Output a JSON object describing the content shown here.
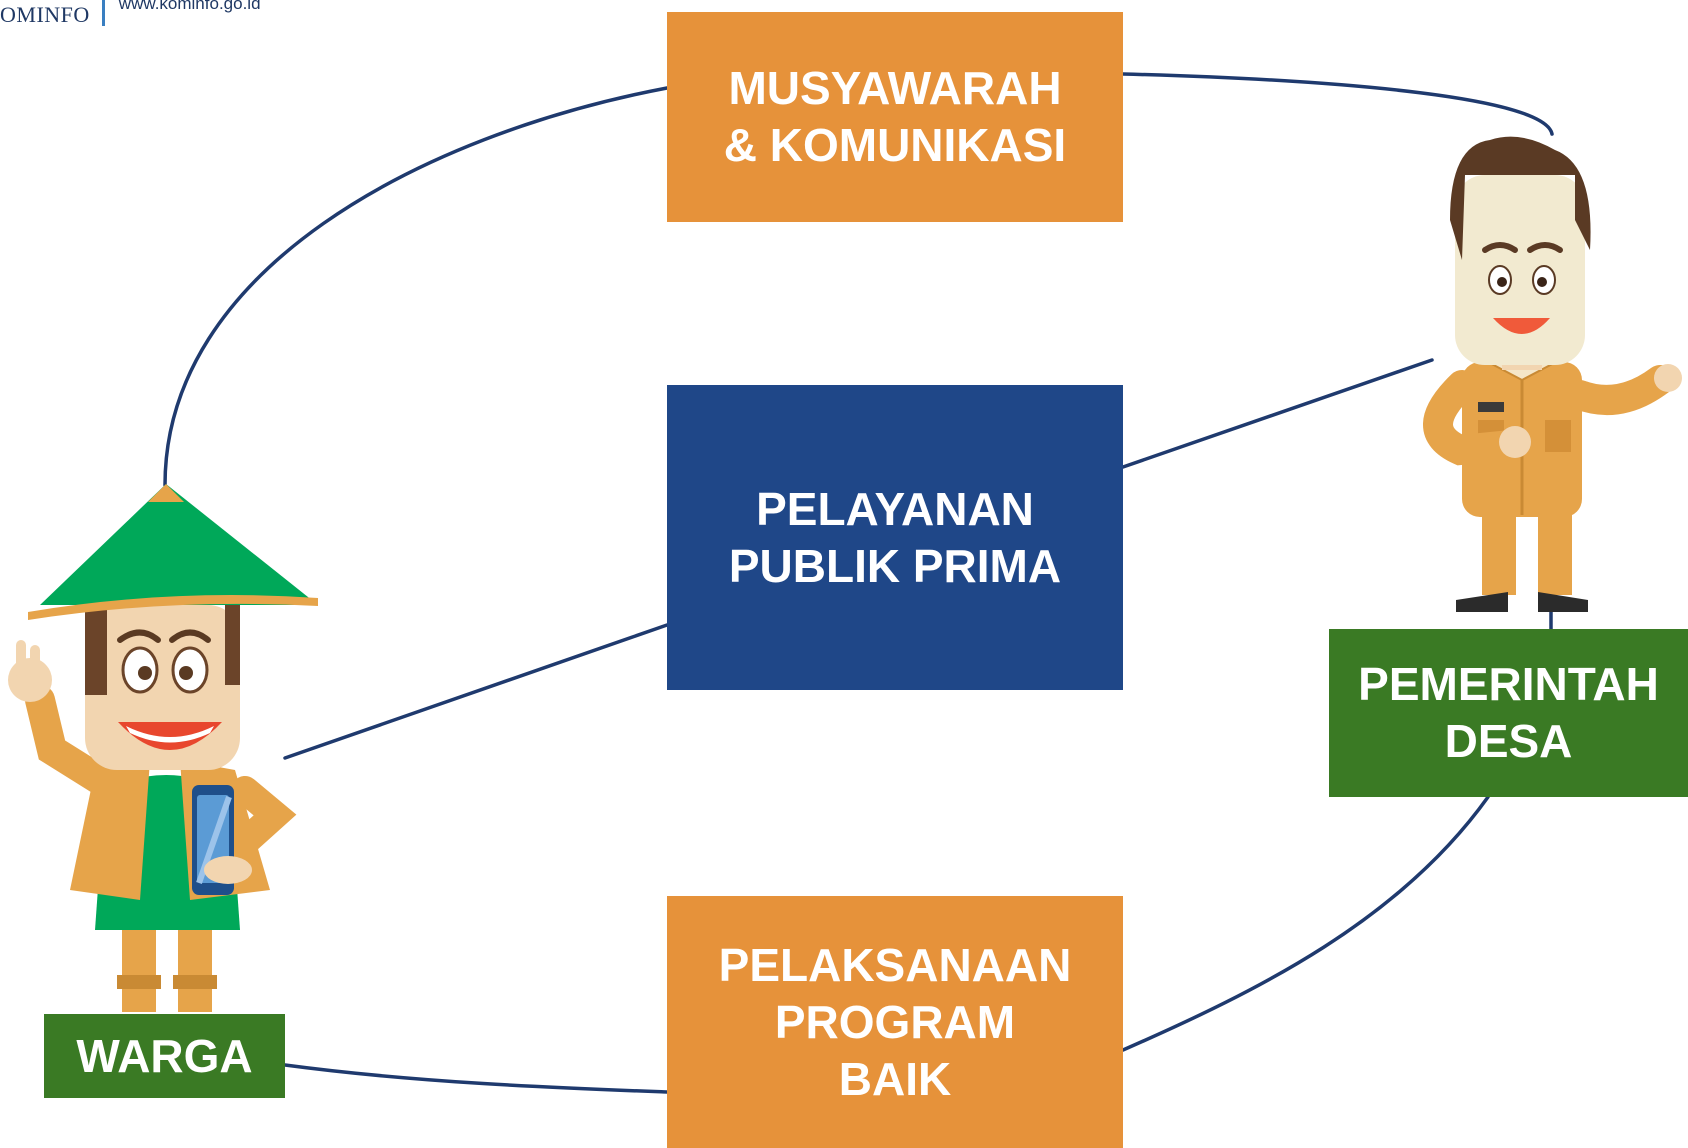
{
  "header": {
    "logo_text": "OMINFO",
    "url": "www.kominfo.go.id"
  },
  "nodes": {
    "musyawarah": {
      "line1": "MUSYAWARAH",
      "line2": "& KOMUNIKASI"
    },
    "pelayanan": {
      "line1": "PELAYANAN",
      "line2": "PUBLIK PRIMA"
    },
    "pelaksanaan": {
      "line1": "PELAKSANAAN",
      "line2": "PROGRAM",
      "line3": "BAIK"
    },
    "warga": {
      "label": "WARGA"
    },
    "pemerintah": {
      "line1": "PEMERINTAH",
      "line2": "DESA"
    }
  },
  "colors": {
    "orange": "#e6923a",
    "navy": "#1f4788",
    "green": "#3a7a24",
    "connector": "#1f3a6e"
  }
}
